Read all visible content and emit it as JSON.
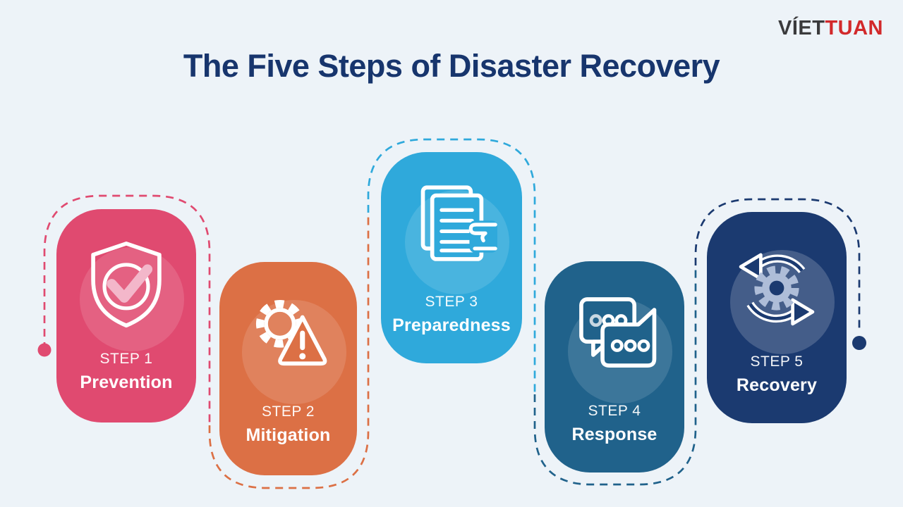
{
  "logo": {
    "text_dark": "VÍET",
    "text_red": "TUAN"
  },
  "title": "The Five Steps of Disaster Recovery",
  "steps": [
    {
      "step_label": "STEP 1",
      "name": "Prevention",
      "color": "#E04A70",
      "icon": "shield-check-icon"
    },
    {
      "step_label": "STEP 2",
      "name": "Mitigation",
      "color": "#DC7045",
      "icon": "gear-warning-icon"
    },
    {
      "step_label": "STEP 3",
      "name": "Preparedness",
      "color": "#2FA9DB",
      "icon": "documents-hand-icon"
    },
    {
      "step_label": "STEP 4",
      "name": "Response",
      "color": "#20628B",
      "icon": "chat-bubbles-icon"
    },
    {
      "step_label": "STEP 5",
      "name": "Recovery",
      "color": "#1B3A70",
      "icon": "gear-cycle-icon"
    }
  ],
  "colors": {
    "background": "#EDF3F8",
    "title": "#17356D",
    "logo_dark": "#3A3A3C",
    "logo_red": "#D2292B",
    "connector_segments": [
      "#E04A70",
      "#DC7045",
      "#2FA9DB",
      "#20628B",
      "#1B3A70"
    ]
  }
}
